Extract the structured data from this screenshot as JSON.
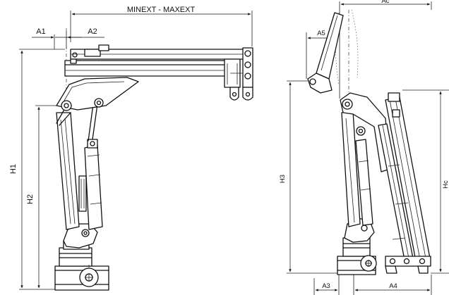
{
  "labels": {
    "minext_maxext": "MINEXT - MAXEXT",
    "a1": "A1",
    "a2": "A2",
    "h1": "H1",
    "h2": "H2",
    "ac": "Ac",
    "a5": "A5",
    "h3": "H3",
    "hc": "Hc",
    "a3": "A3",
    "a4": "A4"
  },
  "colors": {
    "line": "#111111",
    "background": "#ffffff"
  }
}
